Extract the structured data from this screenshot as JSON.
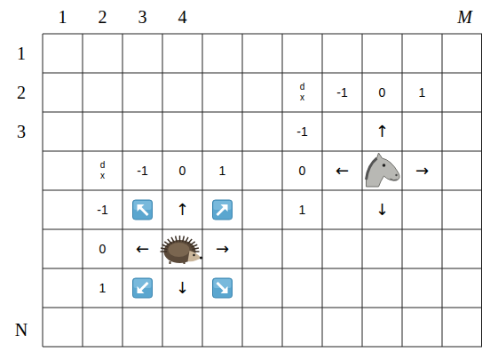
{
  "diagram": {
    "labels": [
      "1",
      "2",
      "3",
      "4",
      "M",
      "1",
      "2",
      "3",
      "N",
      "d x",
      "-1",
      "0",
      "1",
      "-1",
      "0",
      "1",
      "↑",
      "←",
      "→",
      "↓",
      "d x",
      "-1",
      "0",
      "1",
      "-1",
      "0",
      "1",
      "↑",
      "←",
      "→",
      "↓"
    ]
  }
}
